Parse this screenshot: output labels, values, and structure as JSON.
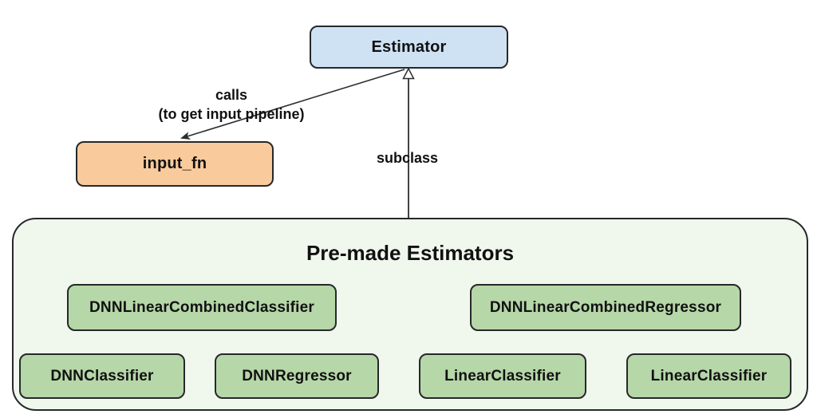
{
  "diagram": {
    "nodes": {
      "estimator": {
        "label": "Estimator",
        "fill": "#CFE2F3"
      },
      "input_fn": {
        "label": "input_fn",
        "fill": "#F9CB9C"
      }
    },
    "edges": {
      "calls": {
        "label_line1": "calls",
        "label_line2": "(to get input pipeline)",
        "arrow_style": "filled-arrowhead"
      },
      "subclass": {
        "label": "subclass",
        "arrow_style": "hollow-triangle-inheritance"
      }
    },
    "premade": {
      "title": "Pre-made Estimators",
      "fill": "#F0F8EE",
      "node_fill": "#B6D7A8",
      "row1": [
        "DNNLinearCombinedClassifier",
        "DNNLinearCombinedRegressor"
      ],
      "row2": [
        "DNNClassifier",
        "DNNRegressor",
        "LinearClassifier",
        "LinearClassifier"
      ]
    },
    "colors": {
      "border": "#26282a",
      "line": "#2b2d2f",
      "text": "#111111",
      "background": "#ffffff"
    }
  }
}
